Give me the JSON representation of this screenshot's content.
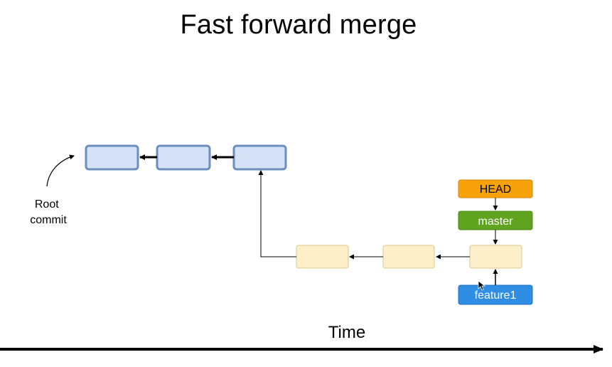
{
  "title": "Fast forward merge",
  "root_label": [
    "Root",
    "commit"
  ],
  "refs": {
    "head": "HEAD",
    "master": "master",
    "feature": "feature1"
  },
  "time_label": "Time",
  "colors": {
    "commit_fill": "#d4e1f7",
    "commit_stroke": "#6c8ebf",
    "new_commit_fill": "#fcefc9",
    "new_commit_stroke": "#dac98a",
    "head_fill": "#f7a20b",
    "master_fill": "#5fa31f",
    "feature_fill": "#2f8ee3"
  }
}
